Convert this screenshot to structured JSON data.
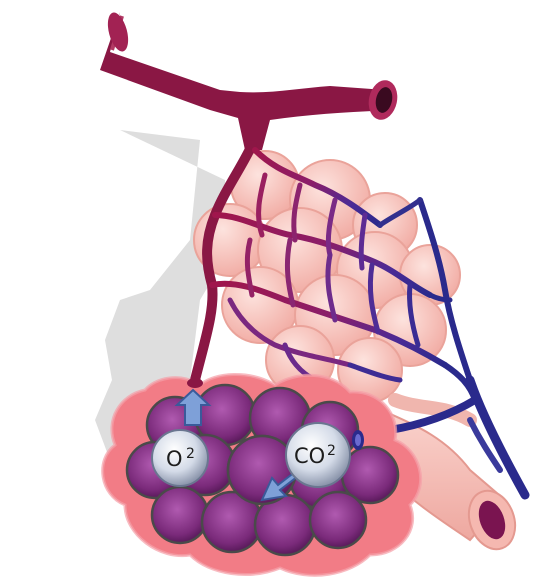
{
  "labels": {
    "oxygen": "O",
    "oxygen_subscript": "2",
    "carbon_dioxide": "CO",
    "carbon_dioxide_subscript": "2"
  },
  "colors": {
    "artery": "#8a1744",
    "artery_light": "#b02a5c",
    "vein": "#2a2a8c",
    "vein_light": "#4a4ab8",
    "alveoli_pink": "#f5b8b0",
    "alveoli_outline": "#e89a90",
    "inner_alveoli": "#7a2a7a",
    "outer_blob": "#f27c86",
    "shadow": "#d9d9d9",
    "bubble": "#c9d3e3"
  }
}
